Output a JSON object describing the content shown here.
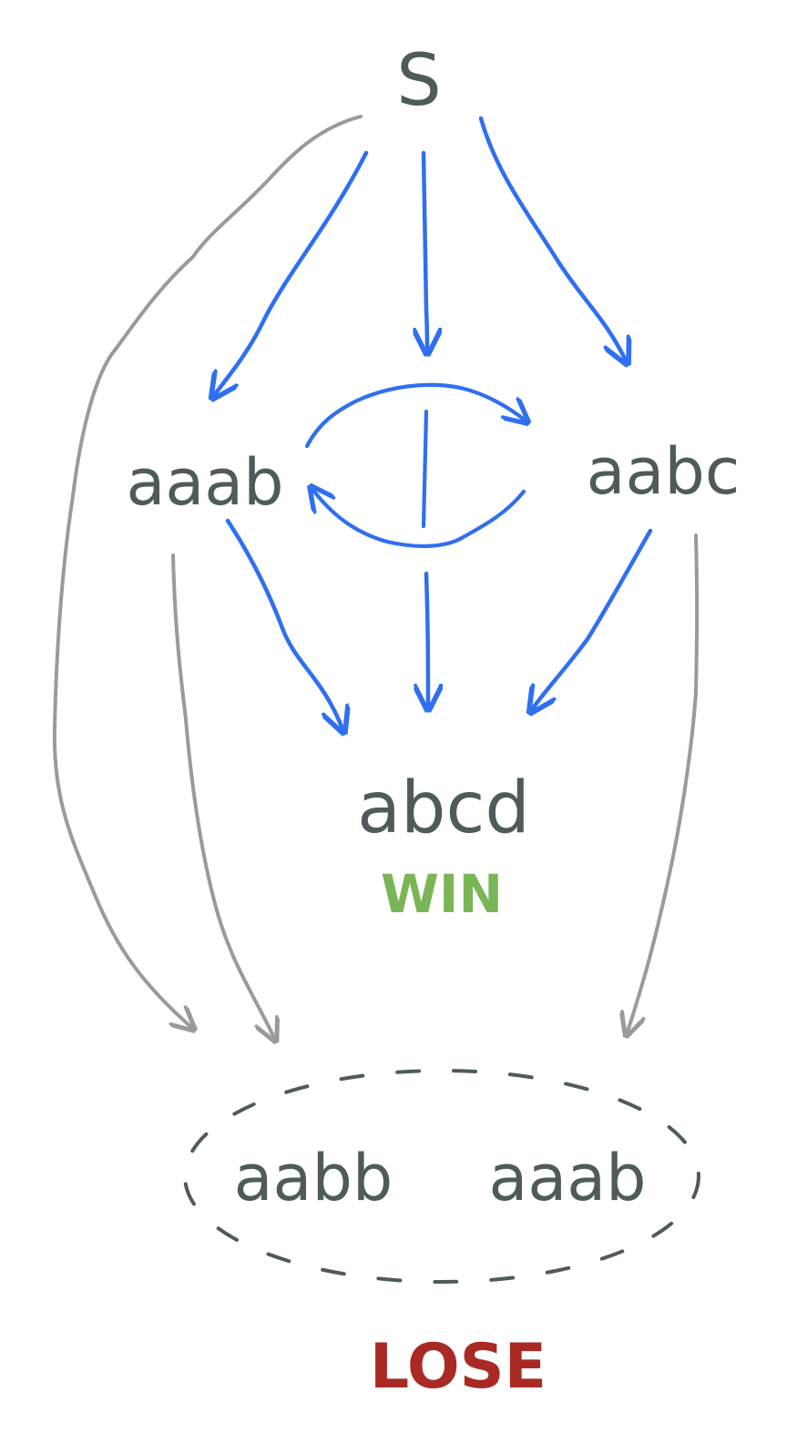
{
  "nodes": {
    "start": "S",
    "left": "aaab",
    "right": "aabc",
    "target": "abcd",
    "lose_a": "aabb",
    "lose_b": "aaab"
  },
  "outcomes": {
    "win": "WIN",
    "lose": "LOSE"
  },
  "colors": {
    "node_text": "#4f5b5b",
    "good_edge": "#2f6ff0",
    "bad_edge": "#9a9a9a",
    "win": "#7ab556",
    "lose": "#a92a24",
    "dashed_circle": "#4f5b5b"
  }
}
